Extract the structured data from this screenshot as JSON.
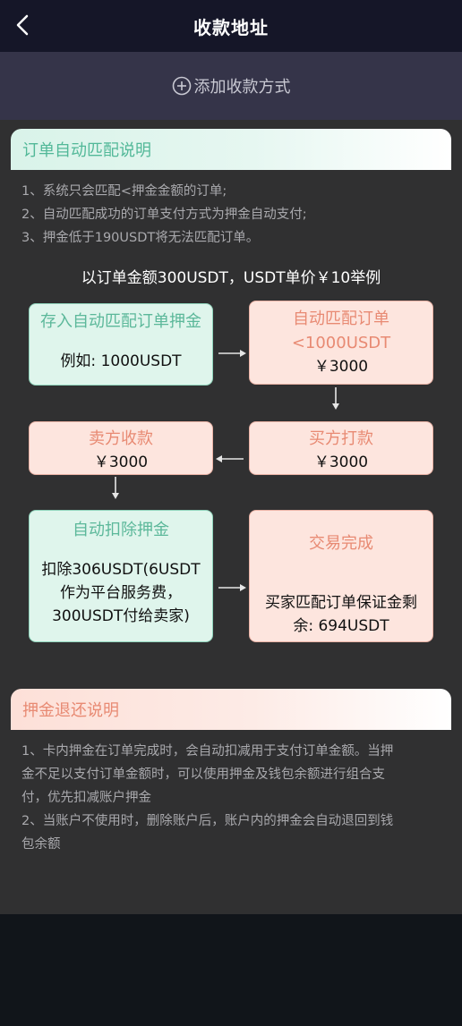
{
  "header": {
    "title": "收款地址",
    "back_icon": "chevron-left-icon"
  },
  "add_method": {
    "label": "添加收款方式",
    "icon": "plus-circle-icon"
  },
  "match_section": {
    "title": "订单自动匹配说明",
    "notes": [
      "1、系统只会匹配<押金金额的订单;",
      "2、自动匹配成功的订单支付方式为押金自动支付;",
      "3、押金低于190USDT将无法匹配订单。"
    ],
    "example_title": "以订单金额300USDT，USDT单价￥10举例",
    "steps": {
      "deposit": {
        "title": "存入自动匹配订单押金",
        "value": "例如: 1000USDT"
      },
      "match": {
        "title_line1": "自动匹配订单",
        "title_line2": "<1000USDT",
        "value": "￥3000"
      },
      "buyer_pay": {
        "title": "买方打款",
        "value": "￥3000"
      },
      "seller_receive": {
        "title": "卖方收款",
        "value": "￥3000"
      },
      "deduct": {
        "title": "自动扣除押金",
        "value_line1": "扣除306USDT(6USDT",
        "value_line2": "作为平台服务费，",
        "value_line3": "300USDT付给卖家)"
      },
      "complete": {
        "title": "交易完成",
        "value_line1": "买家匹配订单保证金剩",
        "value_line2": "余: 694USDT"
      }
    }
  },
  "refund_section": {
    "title": "押金退还说明",
    "notes": [
      "1、卡内押金在订单完成时，会自动扣减用于支付订单金额。当押",
      "金不足以支付订单金额时，可以使用押金及钱包余额进行组合支",
      "付，优先扣减账户押金",
      "2、当账户不使用时，删除账户后，账户内的押金会自动退回到钱",
      "包余额"
    ]
  },
  "colors": {
    "header_bg": "#151628",
    "add_bar_bg": "#353449",
    "content_bg": "#303031",
    "green_box": "#dff5ec",
    "red_box": "#fde5de"
  }
}
